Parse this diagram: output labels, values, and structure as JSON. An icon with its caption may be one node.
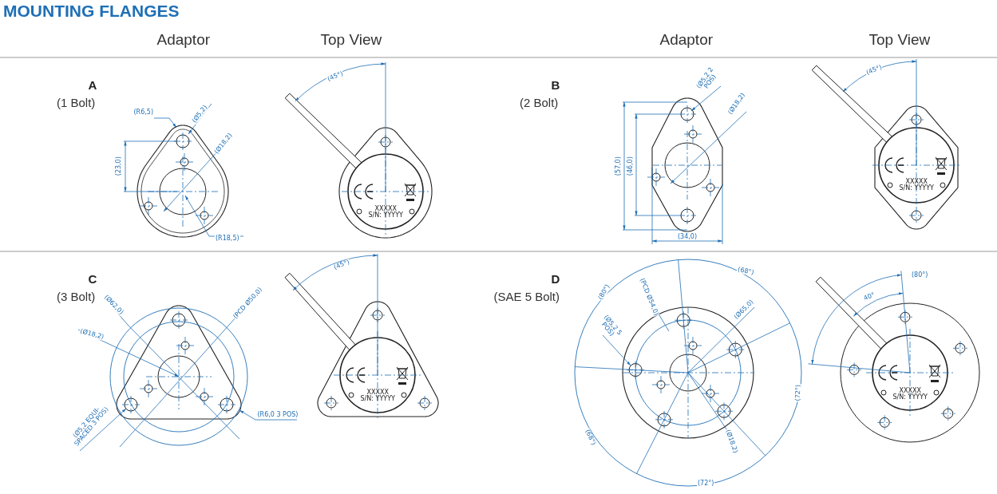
{
  "diagram": {
    "title": "MOUNTING FLANGES",
    "labels": [
      "Adaptor",
      "Top View",
      "Adaptor",
      "Top View",
      "A",
      "(1 Bolt)",
      "(R6,5)",
      "(Ø5,2)",
      "(Ø18,2)",
      "(23,0)",
      "(R18,5)",
      "(45°)",
      "XXXXX",
      "S/N: YYYYY",
      "B",
      "(2 Bolt)",
      "(Ø5,2 2 POS)",
      "(Ø18,2)",
      "(57,0)",
      "(46,0)",
      "(34,0)",
      "(45°)",
      "XXXXX",
      "S/N: YYYYY",
      "C",
      "(3 Bolt)",
      "(Ø62,0)",
      "(PCD Ø50,0)",
      "(Ø18,2)",
      "(Ø5,2 EQUI-SPACED 3 POS)",
      "(R6,0 3 POS)",
      "(45°)",
      "XXXXX",
      "S/N: YYYYY",
      "D",
      "(SAE 5 Bolt)",
      "(80°)",
      "(68°)",
      "(PCD Ø54,0)",
      "(Ø5,2 5 POS)",
      "(Ø65,0)",
      "(72°)",
      "(68°)",
      "(Ø18,2)",
      "(72°)",
      "(80°)",
      "40°",
      "XXXXX",
      "S/N: YYYYY"
    ]
  }
}
